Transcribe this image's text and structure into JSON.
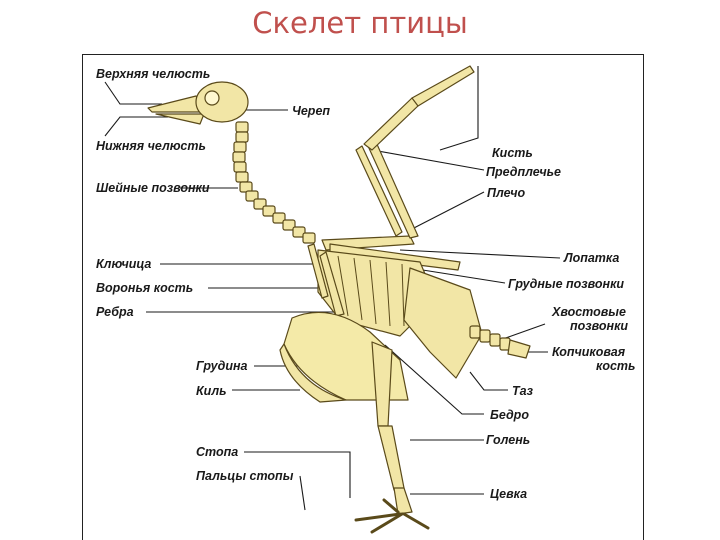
{
  "title": "Скелет птицы",
  "labels": {
    "upper_jaw": "Верхняя челюсть",
    "skull": "Череп",
    "lower_jaw": "Нижняя челюсть",
    "hand": "Кисть",
    "forearm": "Предплечье",
    "neck_vertebrae": "Шейные позвонки",
    "humerus": "Плечо",
    "clavicle": "Ключица",
    "scapula": "Лопатка",
    "coracoid": "Воронья кость",
    "thoracic_vertebrae": "Грудные позвонки",
    "ribs": "Ребра",
    "tail_vertebrae_1": "Хвостовые",
    "tail_vertebrae_2": "позвонки",
    "pygostyle_1": "Копчиковая",
    "pygostyle_2": "кость",
    "sternum": "Грудина",
    "pelvis": "Таз",
    "keel": "Киль",
    "femur": "Бедро",
    "foot": "Стопа",
    "tibia": "Голень",
    "toes": "Пальцы стопы",
    "tarsometatarsus": "Цевка"
  },
  "colors": {
    "bone": "#f2e6a6",
    "bone_stroke": "#5a4a1a",
    "sternum": "#f4eaa8",
    "title": "#c0504d"
  }
}
